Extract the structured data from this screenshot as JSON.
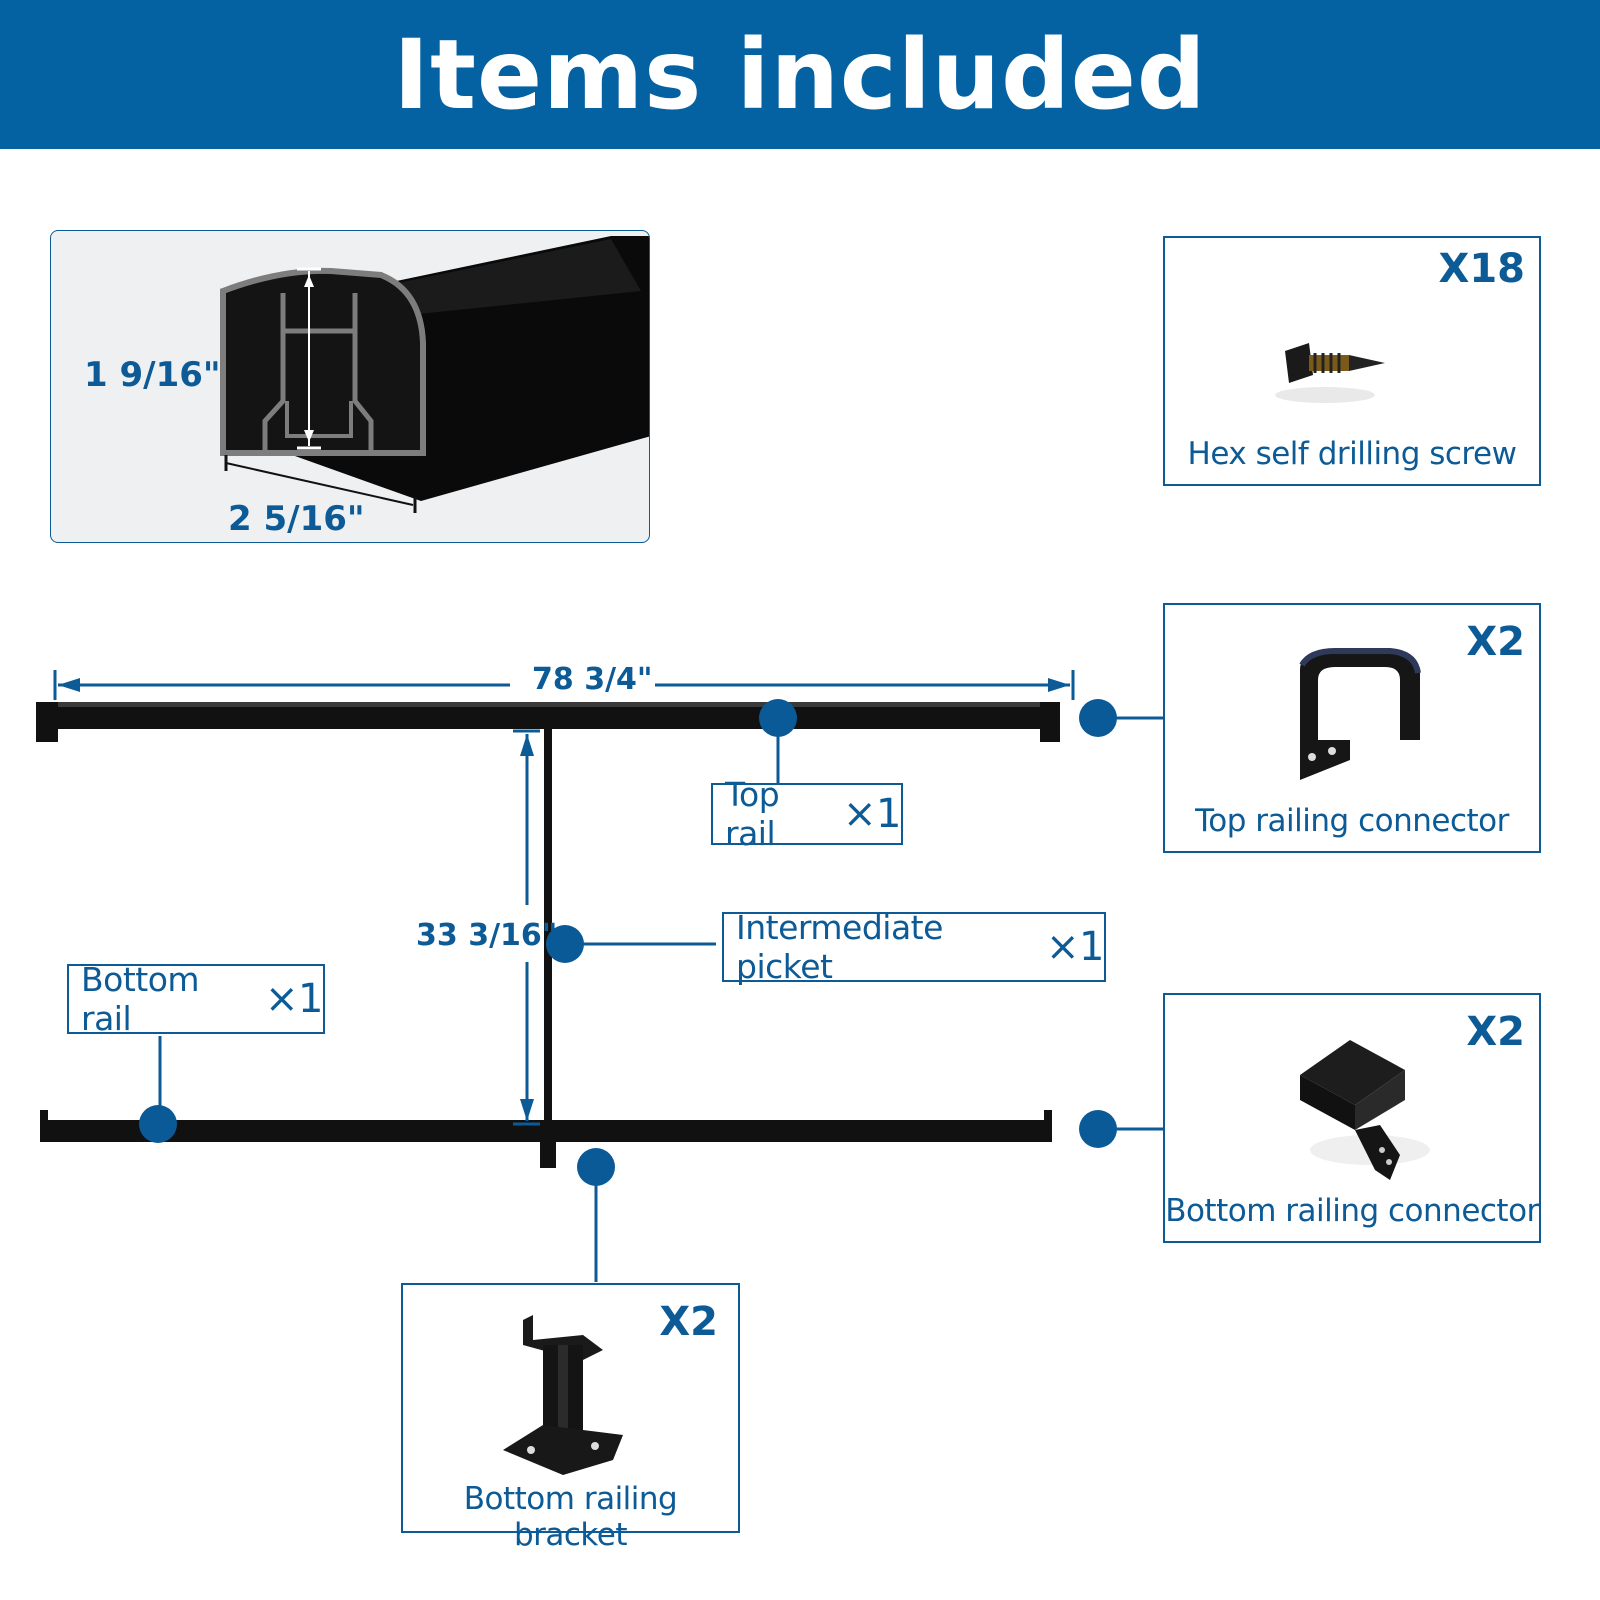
{
  "header": {
    "title": "Items included"
  },
  "profile": {
    "height_dim": "1 9/16\"",
    "width_dim": "2 5/16\""
  },
  "rail_dims": {
    "length": "78 3/4\"",
    "height": "33 3/16\""
  },
  "callouts": {
    "top_rail": {
      "label": "Top rail",
      "mult": "×1"
    },
    "picket": {
      "label": "Intermediate picket",
      "mult": "×1"
    },
    "bottom_rail": {
      "label": "Bottom rail",
      "mult": "×1"
    }
  },
  "parts": {
    "screw": {
      "count": "X18",
      "label": "Hex self drilling screw"
    },
    "top_connector": {
      "count": "X2",
      "label": "Top railing connector"
    },
    "bottom_connector": {
      "count": "X2",
      "label": "Bottom railing connector"
    },
    "bracket": {
      "count": "X2",
      "label": "Bottom railing bracket"
    }
  },
  "colors": {
    "brand_blue": "#0562a2",
    "label_blue": "#0c5a96",
    "dot_blue": "#0b5a98",
    "rail_black": "#111111"
  }
}
